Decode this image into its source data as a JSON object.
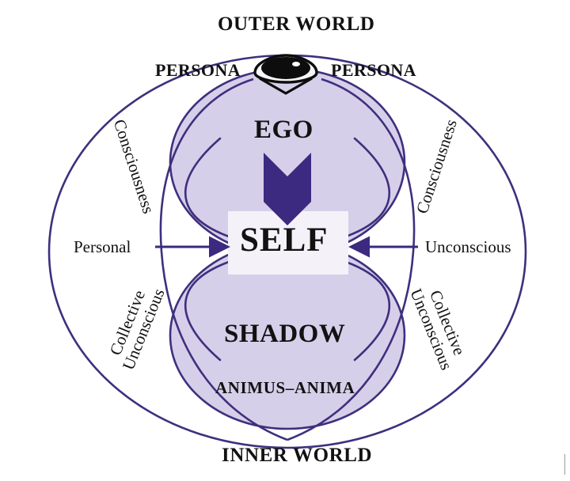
{
  "diagram": {
    "title_top": "OUTER WORLD",
    "title_bottom": "INNER WORLD",
    "persona_left": "PERSONA",
    "persona_right": "PERSONA",
    "ego": "EGO",
    "self": "SELF",
    "shadow": "SHADOW",
    "animus_anima": "ANIMUS–ANIMA",
    "personal": "Personal",
    "unconscious": "Unconscious",
    "consciousness_left": "Consciousness",
    "consciousness_right": "Consciousness",
    "collective_left_line1": "Collective",
    "collective_left_line2": "Unconscious",
    "collective_right_line1": "Collective",
    "collective_right_line2": "Unconscious",
    "icon_eye": "eye-persona-mask"
  },
  "colors": {
    "circle_fill": "#d6cfe9",
    "stroke_purple": "#3f2f7e",
    "arrow_purple": "#3b2a80",
    "self_box": "#f4f2f8",
    "text": "#121212",
    "background": "#ffffff"
  }
}
